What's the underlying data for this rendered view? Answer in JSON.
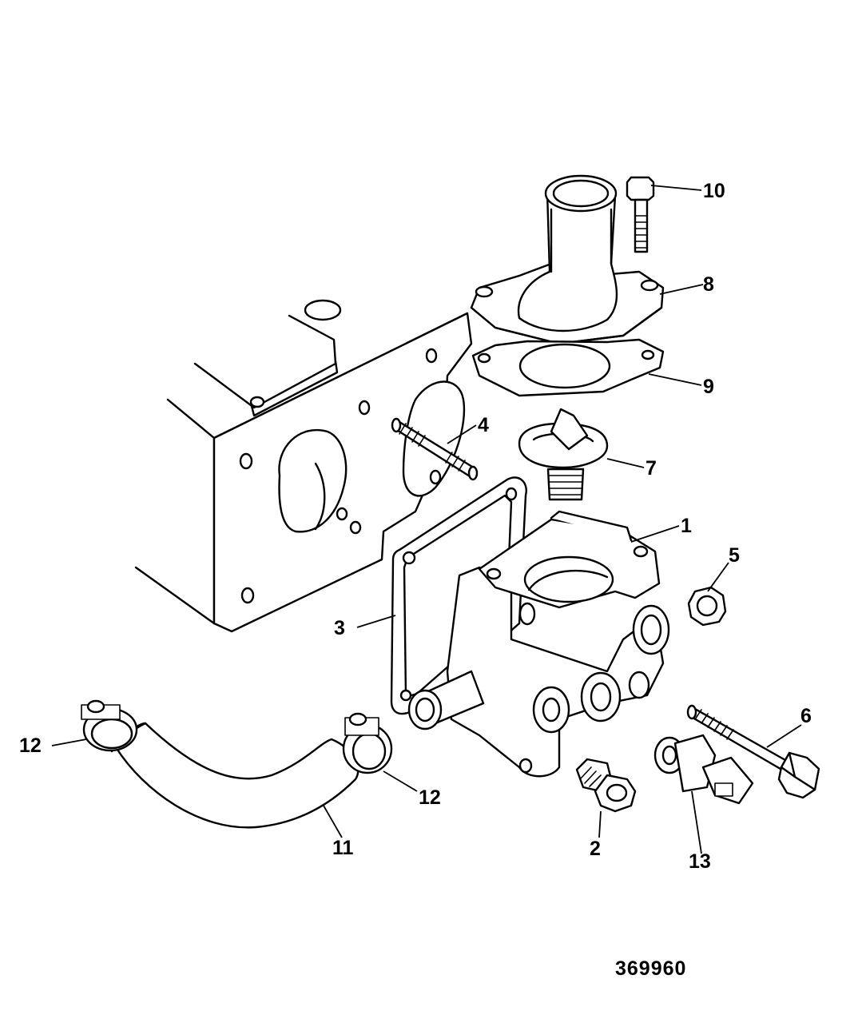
{
  "figure": {
    "reference_number": "369960"
  },
  "callouts": [
    {
      "id": "1",
      "text": "1"
    },
    {
      "id": "2",
      "text": "2"
    },
    {
      "id": "3",
      "text": "3"
    },
    {
      "id": "4",
      "text": "4"
    },
    {
      "id": "5",
      "text": "5"
    },
    {
      "id": "6",
      "text": "6"
    },
    {
      "id": "7",
      "text": "7"
    },
    {
      "id": "8",
      "text": "8"
    },
    {
      "id": "9",
      "text": "9"
    },
    {
      "id": "10",
      "text": "10"
    },
    {
      "id": "11",
      "text": "11"
    },
    {
      "id": "12a",
      "text": "12"
    },
    {
      "id": "12b",
      "text": "12"
    },
    {
      "id": "13",
      "text": "13"
    }
  ],
  "colors": {
    "line": "#000000",
    "background": "#ffffff"
  }
}
